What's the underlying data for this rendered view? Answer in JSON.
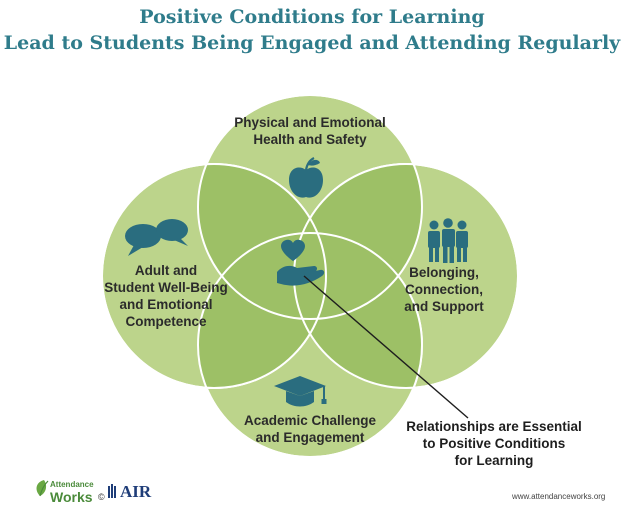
{
  "title": {
    "line1": "Positive Conditions for Learning",
    "line2": "Lead to Students Being Engaged and Attending Regularly"
  },
  "circles": {
    "top": {
      "lines": [
        "Physical and Emotional",
        "Health and Safety"
      ],
      "icon": "apple-icon"
    },
    "right": {
      "lines": [
        "Belonging,",
        "Connection,",
        "and Support"
      ],
      "icon": "people-icon"
    },
    "bottom": {
      "lines": [
        "Academic Challenge",
        "and Engagement"
      ],
      "icon": "graduation-cap-icon"
    },
    "left": {
      "lines": [
        "Adult and",
        "Student Well-Being",
        "and Emotional",
        "Competence"
      ],
      "icon": "speech-bubbles-icon"
    },
    "center": {
      "icon": "heart-hand-icon"
    }
  },
  "callout": {
    "lines": [
      "Relationships are Essential",
      "to Positive Conditions",
      "for Learning"
    ]
  },
  "footer": {
    "logo1_line1": "Attendance",
    "logo1_line2": "Works",
    "logo1_copyright": "©",
    "logo2": "AIR",
    "url": "www.attendanceworks.org"
  },
  "colors": {
    "circle_fill": "#bcd48b",
    "overlap": "#9dc066",
    "title": "#2f7c8b",
    "icon": "#2a6d7f"
  }
}
